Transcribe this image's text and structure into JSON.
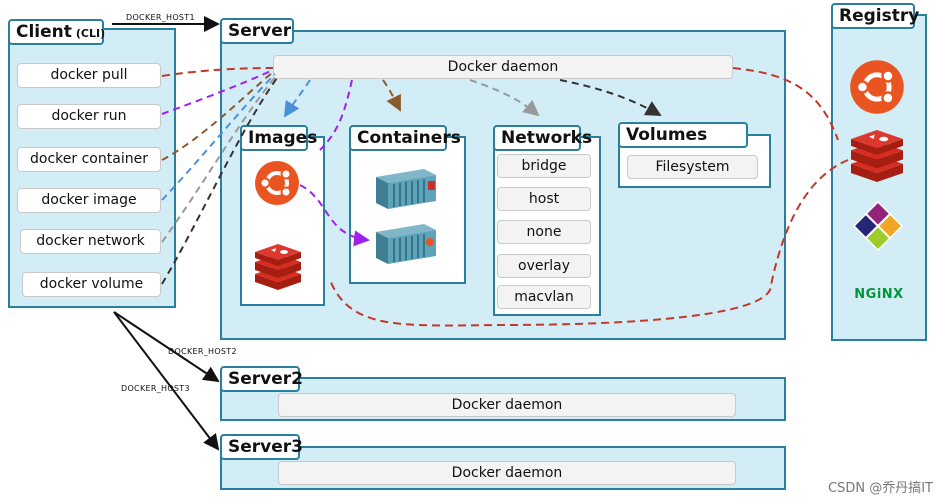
{
  "client": {
    "title": "Client",
    "subtitle": "(CLI)",
    "commands": [
      "docker pull",
      "docker run",
      "docker container",
      "docker image",
      "docker network",
      "docker volume"
    ]
  },
  "hosts": {
    "host1": "DOCKER_HOST1",
    "host2": "DOCKER_HOST2",
    "host3": "DOCKER_HOST3"
  },
  "server": {
    "title": "Server",
    "daemon": "Docker daemon",
    "images": {
      "title": "Images",
      "icons": [
        "ubuntu-icon",
        "redis-icon"
      ]
    },
    "containers": {
      "title": "Containers",
      "icons": [
        "container-icon",
        "container-icon"
      ]
    },
    "networks": {
      "title": "Networks",
      "items": [
        "bridge",
        "host",
        "none",
        "overlay",
        "macvlan"
      ]
    },
    "volumes": {
      "title": "Volumes",
      "items": [
        "Filesystem"
      ]
    }
  },
  "server2": {
    "title": "Server2",
    "daemon": "Docker daemon"
  },
  "server3": {
    "title": "Server3",
    "daemon": "Docker daemon"
  },
  "registry": {
    "title": "Registry",
    "icons": [
      "ubuntu-icon",
      "redis-icon",
      "centos-icon",
      "nginx-icon"
    ],
    "nginx_text": "NGiNX"
  },
  "watermark": "CSDN @乔丹搞IT",
  "colors": {
    "panel_fill": "#d3edf7",
    "panel_border": "#2a7f9e",
    "pull_arrow": "#c0392b",
    "run_arrow": "#a020f0",
    "container_arrow": "#8b5a2b",
    "image_arrow": "#4a90d9",
    "network_arrow": "#999999",
    "volume_arrow": "#333333",
    "ubuntu": "#e95420",
    "redis": "#c6302b",
    "nginx": "#009639"
  }
}
